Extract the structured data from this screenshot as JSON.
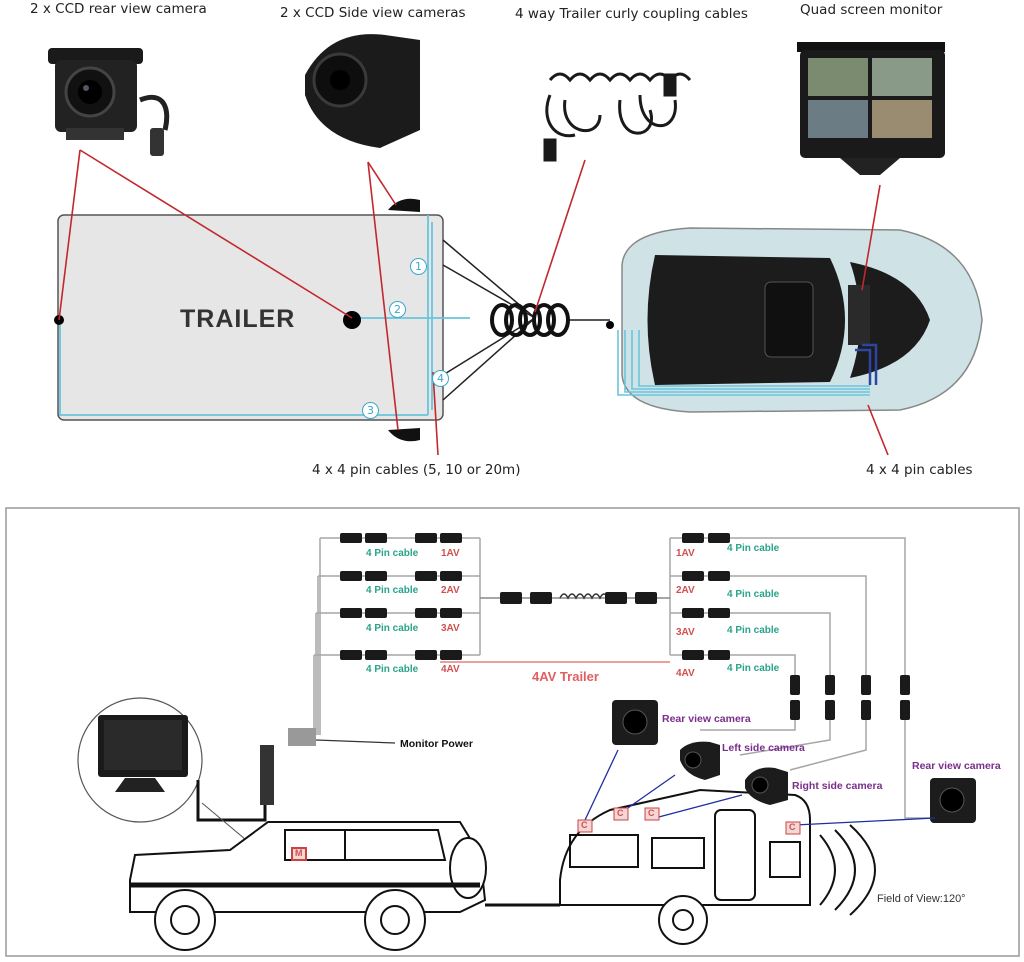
{
  "top": {
    "label_rear_cam": "2 x CCD rear view camera",
    "label_side_cams": "2 x CCD Side view cameras",
    "label_coupling": "4 way Trailer curly coupling cables",
    "label_monitor": "Quad screen monitor",
    "trailer_text": "TRAILER",
    "circle_1": "1",
    "circle_2": "2",
    "circle_3": "3",
    "circle_4": "4",
    "label_trailer_cables": "4  x 4 pin cables (5, 10 or 20m)",
    "label_car_cables": "4 x 4 pin cables"
  },
  "bottom": {
    "left_cables": [
      "4 Pin cable",
      "4 Pin cable",
      "4 Pin cable",
      "4 Pin cable"
    ],
    "left_av": [
      "1AV",
      "2AV",
      "3AV",
      "4AV"
    ],
    "right_av": [
      "1AV",
      "2AV",
      "3AV",
      "4AV"
    ],
    "right_cables": [
      "4 Pin cable",
      "4 Pin cable",
      "4 Pin cable",
      "4 Pin cable"
    ],
    "trailer_4av": "4AV Trailer",
    "monitor_power": "Monitor Power",
    "rear_cam_1": "Rear view camera",
    "left_cam": "Left side camera",
    "right_cam": "Right side camera",
    "rear_cam_2": "Rear view camera",
    "fov": "Field of View:120°",
    "marker_m": "M",
    "marker_c": "C"
  }
}
